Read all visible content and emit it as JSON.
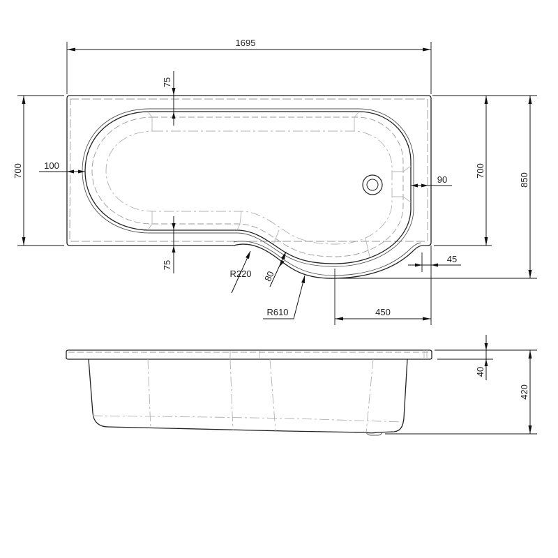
{
  "drawing": {
    "subject": "P-shaped shower bath technical drawing",
    "views": [
      "plan-view",
      "side-elevation"
    ],
    "line_color": "#222222",
    "hidden_line_color": "#9a9a9a"
  },
  "plan_view": {
    "dimensions": {
      "overall_length": "1695",
      "top_rim_width": "75",
      "left_end_rim": "100",
      "left_height": "700",
      "bottom_rim_width": "75",
      "inner_radius": "R220",
      "curve_rim_width": "80",
      "outer_radius": "R610",
      "right_end_rim": "90",
      "right_height": "700",
      "overall_width": "850",
      "step_offset": "45",
      "curve_length": "450"
    },
    "waste_outlet": {
      "label": "waste-outlet"
    }
  },
  "side_view": {
    "dimensions": {
      "rim_thickness": "40",
      "overall_height": "420"
    }
  }
}
